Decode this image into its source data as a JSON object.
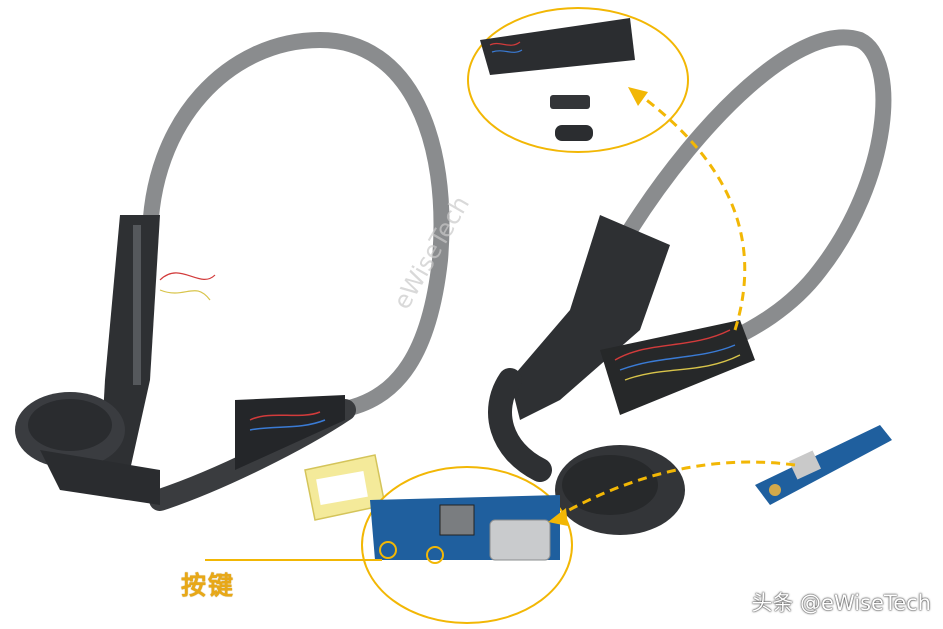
{
  "labels": {
    "button_callout": "按键"
  },
  "watermarks": {
    "diagonal": "eWiseTech",
    "corner": "头条 @eWiseTech"
  },
  "colors": {
    "callout_yellow": "#f2b705",
    "cable_gray": "#8a8c8e",
    "body_dark": "#2e3033",
    "pcb_blue": "#1f5f9e"
  }
}
